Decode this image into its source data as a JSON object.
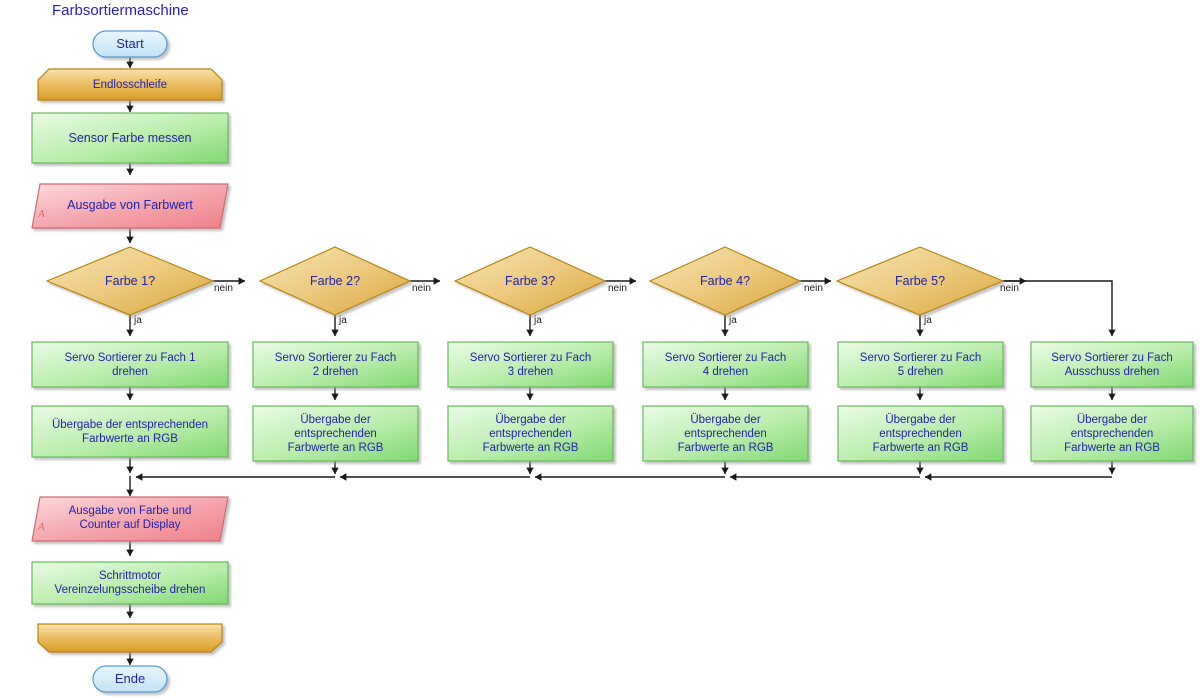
{
  "diagram": {
    "title": "Farbsortiermaschine",
    "colors": {
      "title_text": "#2222cc",
      "node_text": "#2222aa",
      "terminator_fill": "#d2eaf7",
      "terminator_stroke": "#5b9bd5",
      "loop_fill": "#e8b04b",
      "loop_stroke": "#b8860b",
      "process_fill": "#a9e8a0",
      "process_stroke": "#69b95c",
      "io_fill": "#ef8e96",
      "io_stroke": "#d06a72",
      "decision_fill": "#e8c06a",
      "decision_stroke": "#b8860b",
      "edge_stroke": "#333333",
      "marker_a": "#e06666"
    },
    "nodes": [
      {
        "id": "start",
        "type": "terminator",
        "label": "Start"
      },
      {
        "id": "loopstart",
        "type": "loop-start",
        "label": "Endlosschleife"
      },
      {
        "id": "measure",
        "type": "process",
        "label": "Sensor Farbe messen"
      },
      {
        "id": "outvalue",
        "type": "io",
        "label": "Ausgabe von Farbwert",
        "marker": "A"
      },
      {
        "id": "dec1",
        "type": "decision",
        "label": "Farbe 1?"
      },
      {
        "id": "dec2",
        "type": "decision",
        "label": "Farbe 2?"
      },
      {
        "id": "dec3",
        "type": "decision",
        "label": "Farbe 3?"
      },
      {
        "id": "dec4",
        "type": "decision",
        "label": "Farbe 4?"
      },
      {
        "id": "dec5",
        "type": "decision",
        "label": "Farbe 5?"
      },
      {
        "id": "servo1",
        "type": "process",
        "label": "Servo Sortierer zu Fach 1\ndrehen"
      },
      {
        "id": "servo2",
        "type": "process",
        "label": "Servo Sortierer zu Fach\n2 drehen"
      },
      {
        "id": "servo3",
        "type": "process",
        "label": "Servo Sortierer zu Fach\n3 drehen"
      },
      {
        "id": "servo4",
        "type": "process",
        "label": "Servo Sortierer zu Fach\n4 drehen"
      },
      {
        "id": "servo5",
        "type": "process",
        "label": "Servo Sortierer zu Fach\n5 drehen"
      },
      {
        "id": "servo6",
        "type": "process",
        "label": "Servo Sortierer zu Fach\nAusschuss drehen"
      },
      {
        "id": "rgb1",
        "type": "process",
        "label": "Übergabe der entsprechenden\nFarbwerte an RGB"
      },
      {
        "id": "rgb2",
        "type": "process",
        "label": "Übergabe der\nentsprechenden\nFarbwerte an RGB"
      },
      {
        "id": "rgb3",
        "type": "process",
        "label": "Übergabe der\nentsprechenden\nFarbwerte an RGB"
      },
      {
        "id": "rgb4",
        "type": "process",
        "label": "Übergabe der\nentsprechenden\nFarbwerte an RGB"
      },
      {
        "id": "rgb5",
        "type": "process",
        "label": "Übergabe der\nentsprechenden\nFarbwerte an RGB"
      },
      {
        "id": "rgb6",
        "type": "process",
        "label": "Übergabe der\nentsprechenden\nFarbwerte an RGB"
      },
      {
        "id": "display",
        "type": "io",
        "label": "Ausgabe von Farbe und\nCounter auf Display",
        "marker": "A"
      },
      {
        "id": "stepper",
        "type": "process",
        "label": "Schrittmotor\nVereinzelungsscheibe drehen"
      },
      {
        "id": "loopend",
        "type": "loop-end",
        "label": ""
      },
      {
        "id": "end",
        "type": "terminator",
        "label": "Ende"
      }
    ],
    "edge_labels": {
      "yes": "ja",
      "no": "nein"
    },
    "branch_yes_labels": [
      "ja",
      "ja",
      "ja",
      "ja",
      "ja"
    ],
    "branch_no_labels": [
      "nein",
      "nein",
      "nein",
      "nein",
      "nein"
    ]
  }
}
